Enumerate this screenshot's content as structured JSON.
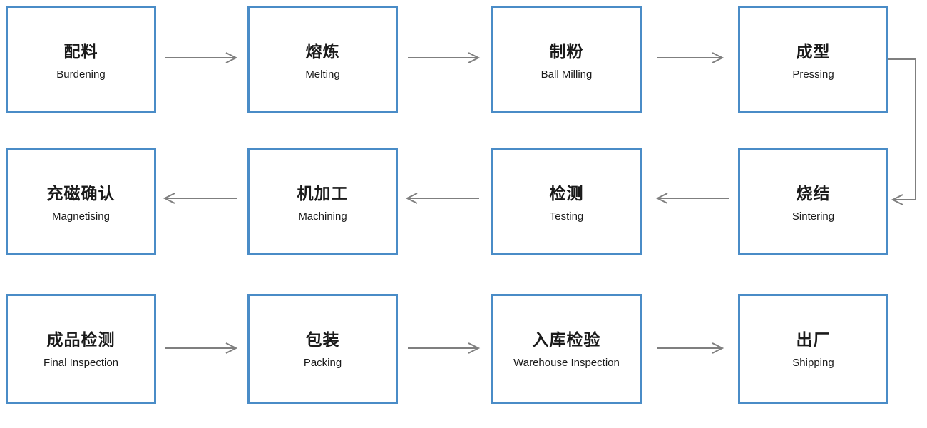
{
  "diagram": {
    "title_hint": "Magnet manufacturing process flow",
    "rows": [
      {
        "direction": "right",
        "steps": [
          {
            "title": "配料",
            "subtitle": "Burdening"
          },
          {
            "title": "熔炼",
            "subtitle": "Melting"
          },
          {
            "title": "制粉",
            "subtitle": "Ball Milling"
          },
          {
            "title": "成型",
            "subtitle": "Pressing"
          }
        ]
      },
      {
        "direction": "left",
        "steps": [
          {
            "title": "充磁确认",
            "subtitle": "Magnetising"
          },
          {
            "title": "机加工",
            "subtitle": "Machining"
          },
          {
            "title": "检测",
            "subtitle": "Testing"
          },
          {
            "title": "烧结",
            "subtitle": "Sintering"
          }
        ]
      },
      {
        "direction": "right",
        "steps": [
          {
            "title": "成品检测",
            "subtitle": "Final Inspection"
          },
          {
            "title": "包装",
            "subtitle": "Packing"
          },
          {
            "title": "入库检验",
            "subtitle": "Warehouse Inspection"
          },
          {
            "title": "出厂",
            "subtitle": "Shipping"
          }
        ]
      }
    ],
    "process_order": [
      "配料",
      "熔炼",
      "制粉",
      "成型",
      "烧结",
      "检测",
      "机加工",
      "充磁确认",
      "成品检测",
      "包装",
      "入库检验",
      "出厂"
    ],
    "colors": {
      "box_border": "#4A8CC7",
      "arrow": "#7F7F7F",
      "text": "#1A1A1A",
      "background": "#FFFFFF"
    }
  }
}
